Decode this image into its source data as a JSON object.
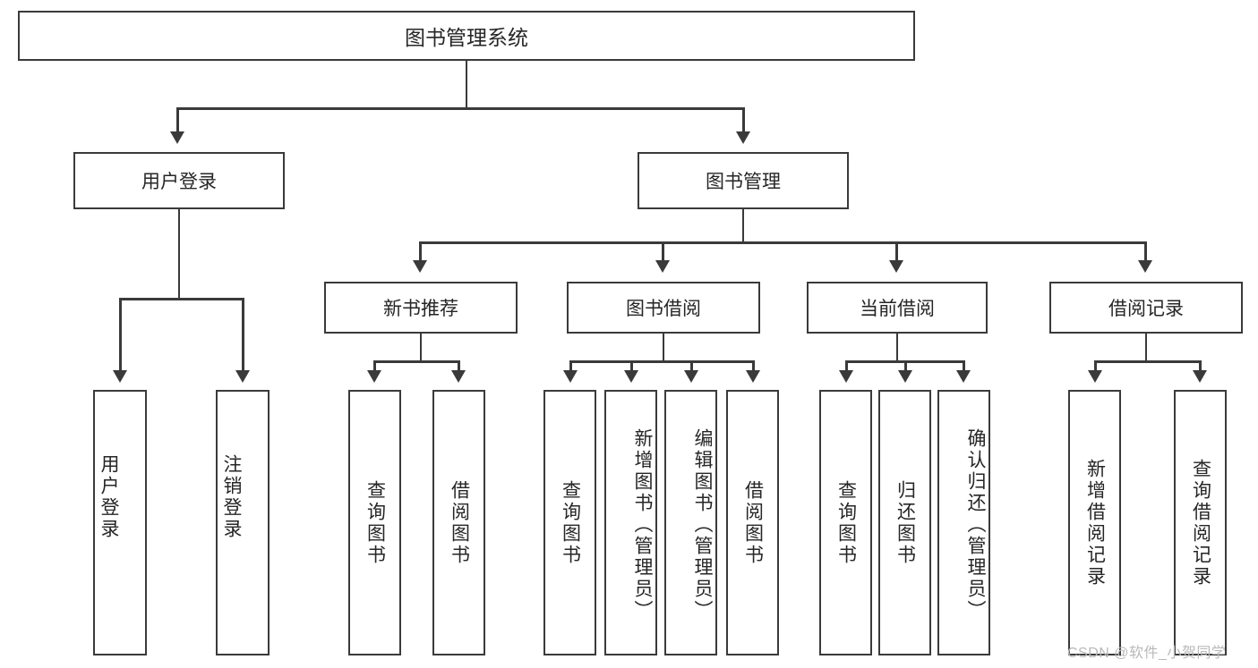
{
  "diagram": {
    "title": "图书管理系统",
    "type": "功能结构图",
    "root": {
      "label": "图书管理系统"
    },
    "level2": [
      {
        "label": "用户登录"
      },
      {
        "label": "图书管理"
      }
    ],
    "level3": [
      {
        "label": "新书推荐"
      },
      {
        "label": "图书借阅"
      },
      {
        "label": "当前借阅"
      },
      {
        "label": "借阅记录"
      }
    ],
    "leaves": {
      "user_login": [
        {
          "label": "用户登录"
        },
        {
          "label": "注销登录"
        }
      ],
      "new_book_recommend": [
        {
          "label": "查询图书"
        },
        {
          "label": "借阅图书"
        }
      ],
      "book_borrow": [
        {
          "label": "查询图书"
        },
        {
          "label": "新增图书（管理员）"
        },
        {
          "label": "编辑图书（管理员）"
        },
        {
          "label": "借阅图书"
        }
      ],
      "current_borrow": [
        {
          "label": "查询图书"
        },
        {
          "label": "归还图书"
        },
        {
          "label": "确认归还（管理员）"
        }
      ],
      "borrow_record": [
        {
          "label": "新增借阅记录"
        },
        {
          "label": "查询借阅记录"
        }
      ]
    }
  },
  "watermark": {
    "text": "CSDN @软件_小贺同学"
  },
  "colors": {
    "stroke": "#3a3a3a",
    "text": "#262626",
    "background": "#ffffff",
    "watermark": "#b9b9b9"
  }
}
